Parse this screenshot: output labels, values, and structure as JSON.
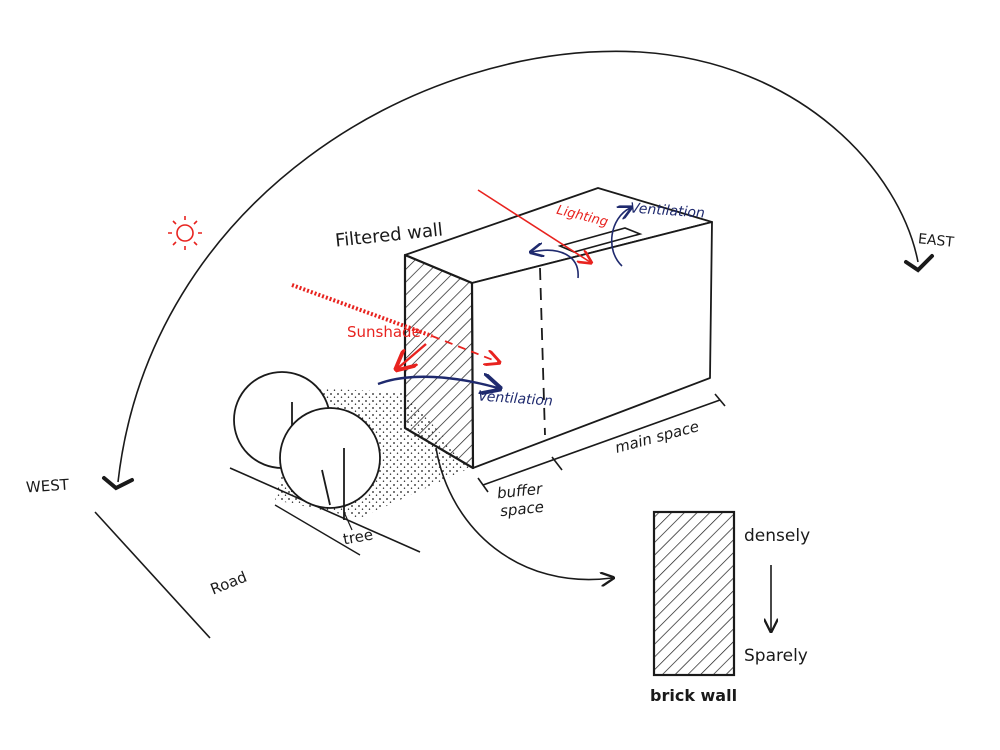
{
  "labels": {
    "filtered_wall": "Filtered wall",
    "lighting": "Lighting",
    "ventilation_top": "Ventilation",
    "ventilation_side": "Ventilation",
    "sunshade": "Sunshade",
    "east": "EAST",
    "west": "WEST",
    "buffer_line1": "buffer",
    "buffer_line2": "space",
    "main_space": "main space",
    "tree": "tree",
    "road": "Road",
    "densely": "densely",
    "sparely": "Sparely",
    "brick_wall": "brick wall"
  },
  "colors": {
    "ink": "#1a1a1a",
    "sun": "#e8231f",
    "airflow": "#1f2a6e"
  },
  "icons": {
    "sun": "sun-icon",
    "east_marker": "direction-marker-icon",
    "west_marker": "direction-marker-icon"
  }
}
